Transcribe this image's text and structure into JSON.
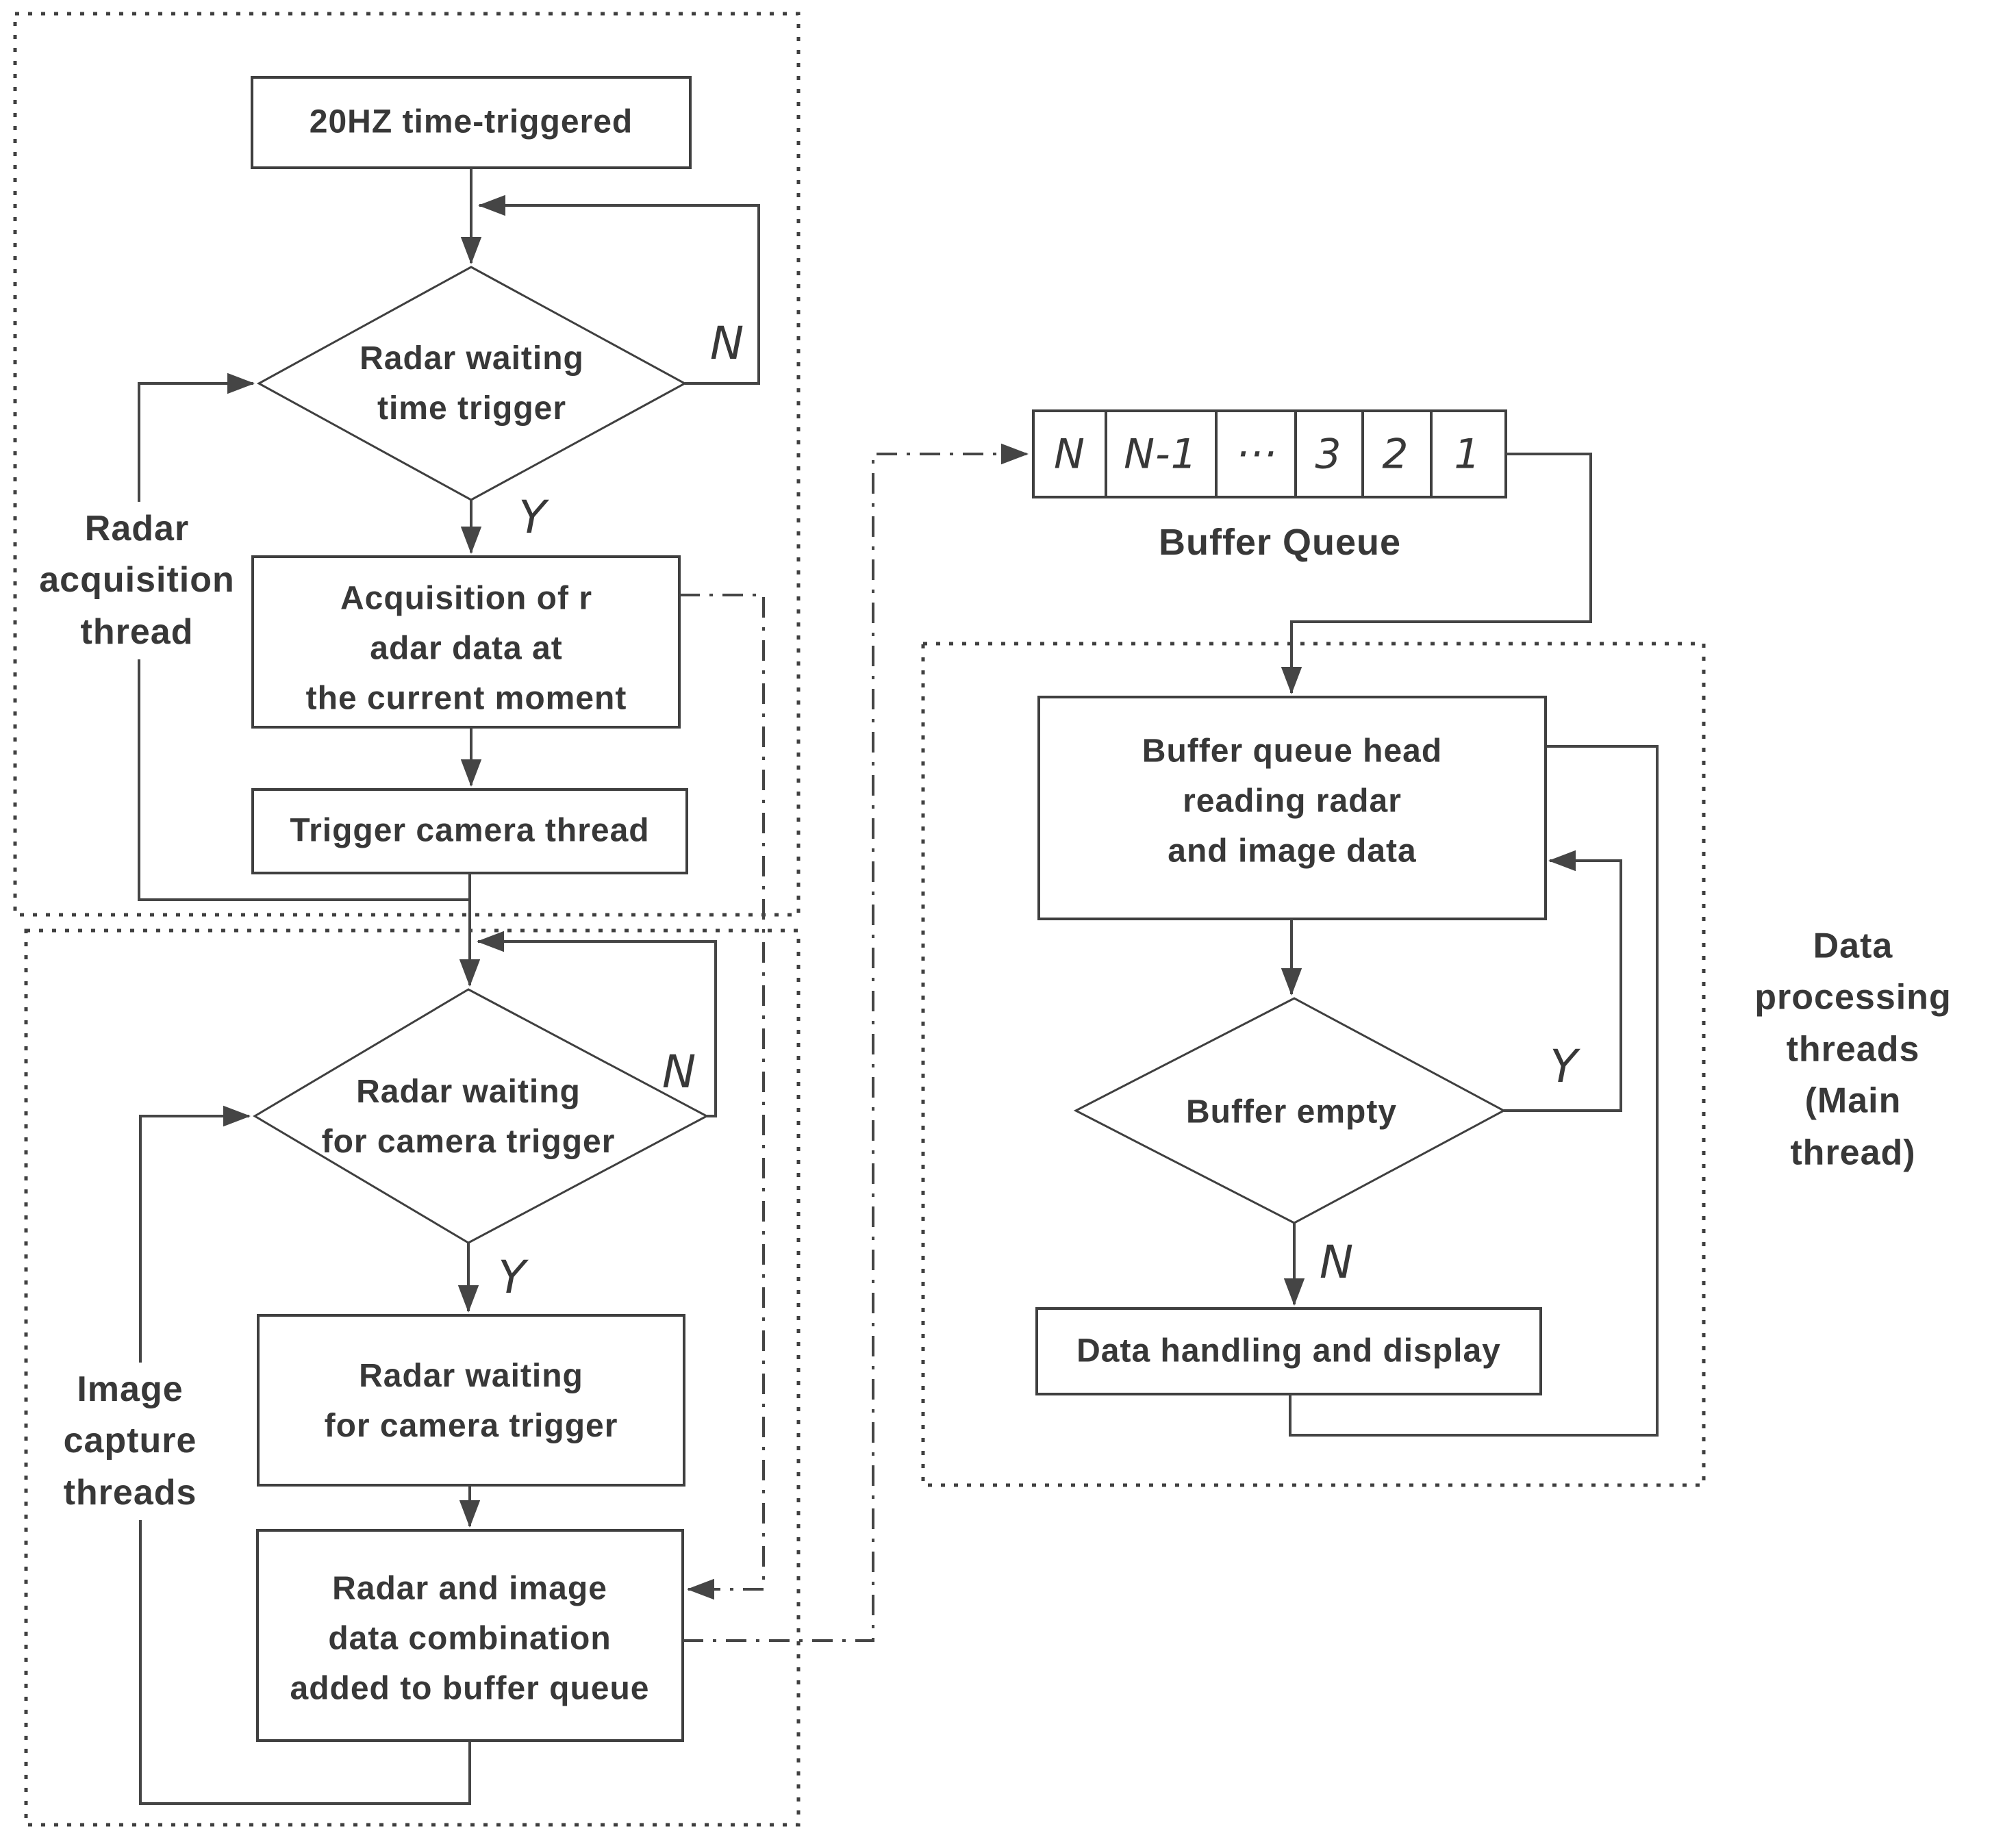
{
  "title": "Multi-thread radar and image acquisition flowchart",
  "containers": {
    "radar_acquisition": {
      "label": "Radar\nacquisition\nthread"
    },
    "image_capture": {
      "label": "Image\ncapture\nthreads"
    },
    "data_processing": {
      "label": "Data processing\nthreads\n(Main thread)"
    }
  },
  "nodes": {
    "time_trigger": {
      "label": "20HZ time-triggered",
      "shape": "rect"
    },
    "radar_waiting_time": {
      "label": "Radar waiting\ntime trigger",
      "shape": "diamond"
    },
    "acquisition": {
      "label": "Acquisition of r\nadar data at\nthe current moment",
      "shape": "rect"
    },
    "trigger_camera": {
      "label": "Trigger camera thread",
      "shape": "rect"
    },
    "radar_waiting_camera": {
      "label": "Radar waiting\nfor camera trigger",
      "shape": "diamond"
    },
    "radar_waiting_camera_2": {
      "label": "Radar waiting\nfor camera trigger",
      "shape": "rect"
    },
    "combination": {
      "label": "Radar and image\ndata combination\nadded to buffer queue",
      "shape": "rect"
    },
    "buffer_queue_head": {
      "label": "Buffer queue head\nreading radar\nand image data",
      "shape": "rect"
    },
    "buffer_empty": {
      "label": "Buffer empty",
      "shape": "diamond"
    },
    "data_handling": {
      "label": "Data handling and display",
      "shape": "rect"
    }
  },
  "buffer_queue": {
    "caption": "Buffer Queue",
    "cells": [
      "N",
      "N-1",
      "···",
      "3",
      "2",
      "1"
    ]
  },
  "branches": {
    "time_trigger_no": "N",
    "time_trigger_yes": "Y",
    "camera_trigger_no": "N",
    "camera_trigger_yes": "Y",
    "buffer_empty_yes": "Y",
    "buffer_empty_no": "N"
  },
  "colors": {
    "line": "#454545",
    "text": "#383838",
    "background": "#ffffff"
  }
}
